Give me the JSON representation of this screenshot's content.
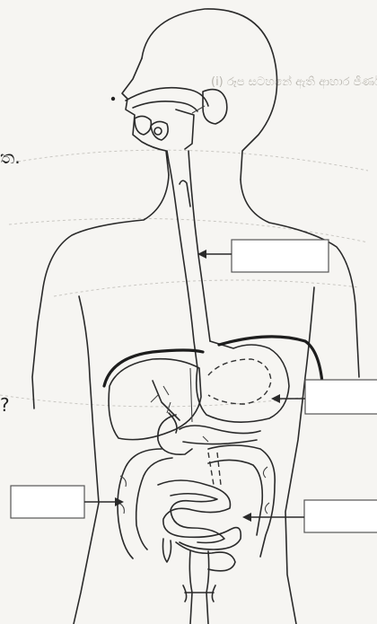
{
  "diagram": {
    "subject": "human digestive system",
    "margin_marks": {
      "top_left_fragment": "ත.",
      "mid_left_fragment": "?",
      "bleed_through_text": "(i) රූප සටහනේ ඇති ආහාර ජීර්ණ පද්ධතිය"
    },
    "label_boxes": [
      {
        "id": "esophagus-label",
        "text": ""
      },
      {
        "id": "stomach-label",
        "text": ""
      },
      {
        "id": "large-intestine-label",
        "text": ""
      },
      {
        "id": "small-intestine-label",
        "text": ""
      }
    ]
  }
}
